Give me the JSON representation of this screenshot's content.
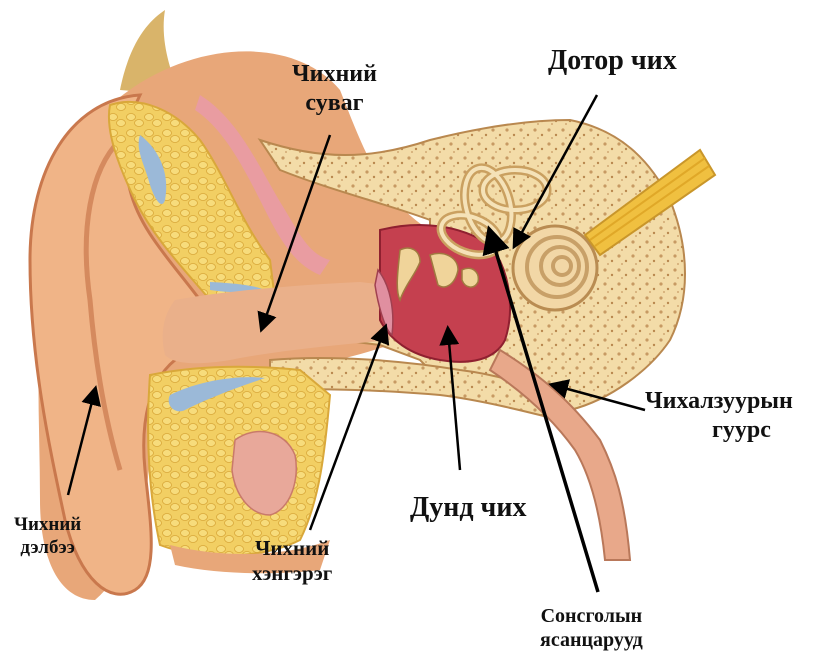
{
  "labels": {
    "ear_canal": {
      "line1": "Чихний",
      "line2": "суваг"
    },
    "inner_ear": {
      "line1": "Дотор чих"
    },
    "eustachian_tube": {
      "line1": "Чихалзуурын",
      "line2": "гуурс"
    },
    "middle_ear": {
      "line1": "Дунд чих"
    },
    "auricle": {
      "line1": "Чихний",
      "line2": "дэлбээ"
    },
    "eardrum": {
      "line1": "Чихний",
      "line2": "хэнгэрэг"
    },
    "semicircular_canals": {
      "line1": "Сонсголын",
      "line2": "ясанцарууд"
    }
  },
  "colors": {
    "skin": "#e8a779",
    "skin_shadow": "#c9784d",
    "bone": "#f3dca8",
    "bone_dots": "#c79a63",
    "fat": "#f2cf63",
    "cartilage": "#9bb9d8",
    "middle_ear": "#c5404f",
    "nerve": "#f0c040",
    "arrow": "#000000"
  }
}
